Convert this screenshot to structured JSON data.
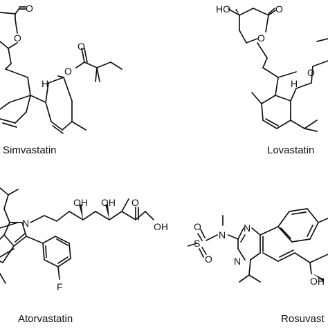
{
  "compounds": {
    "simvastatin": {
      "name": "Simvastatin",
      "atoms": {
        "o_carbonyl": "O",
        "o_ring": "O",
        "o_ester": "O",
        "o_ester_carbonyl": "O",
        "h_junction": "H"
      }
    },
    "lovastatin": {
      "name": "Lovastatin",
      "atoms": {
        "ho": "HO",
        "o_carbonyl": "O",
        "o_ring": "O",
        "o_ester": "O",
        "h_junction": "H"
      }
    },
    "atorvastatin": {
      "name": "Atorvastatin",
      "atoms": {
        "n": "N",
        "oh1": "OH",
        "oh2": "OH",
        "o_carbonyl": "O",
        "oh_acid": "OH",
        "f": "F"
      }
    },
    "rosuvastatin": {
      "name": "Rosuvast",
      "atoms": {
        "n_sulfonamide": "N",
        "s": "S",
        "o1": "O",
        "o2": "O",
        "n_ring1": "N",
        "n_ring2": "N",
        "oh": "OH"
      }
    }
  }
}
